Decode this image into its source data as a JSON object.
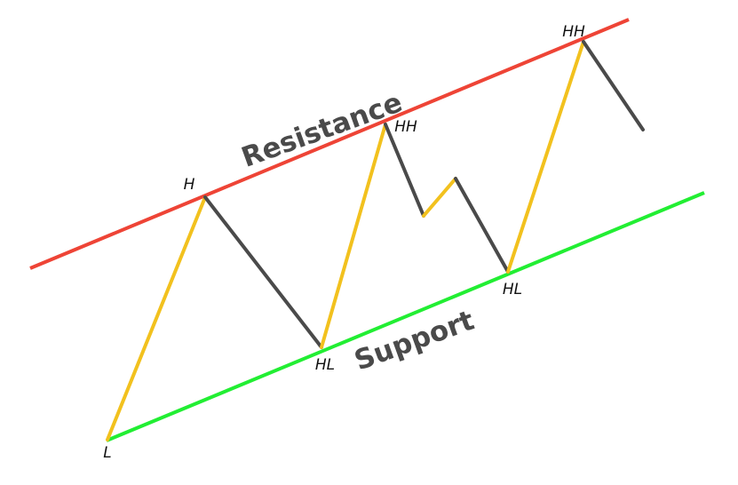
{
  "colors": {
    "resistance": "#ee4436",
    "support": "#22ee33",
    "up_leg": "#f2c11e",
    "down_leg": "#4a4a4a",
    "label_text": "#4a4a4a",
    "point_label_text": "#111111",
    "background": "#ffffff"
  },
  "labels": {
    "resistance": "Resistance",
    "support": "Support"
  },
  "swing_points": [
    {
      "label": "L"
    },
    {
      "label": "H"
    },
    {
      "label": "HL"
    },
    {
      "label": "HH"
    },
    {
      "label": ""
    },
    {
      "label": ""
    },
    {
      "label": "HL"
    },
    {
      "label": "HH"
    },
    {
      "label": ""
    }
  ]
}
